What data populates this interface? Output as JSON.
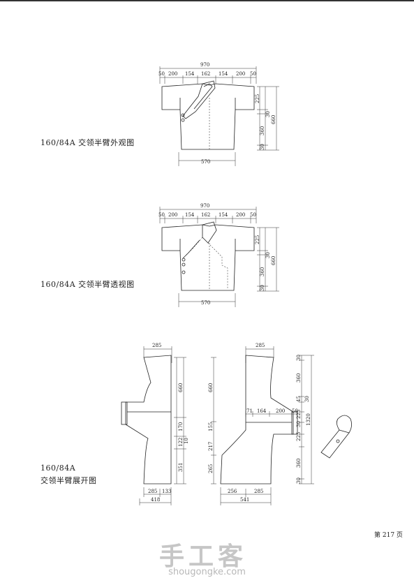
{
  "captions": {
    "exterior": "160/84A 交领半臂外观图",
    "transparent": "160/84A 交领半臂透视图",
    "pattern_line1": "160/84A",
    "pattern_line2": "交领半臂展开图"
  },
  "page_number": "第 217 页",
  "watermark": {
    "text": "手工客",
    "url": "shougongke.com"
  },
  "dims": {
    "top_total": "970",
    "top_parts": [
      "50",
      "200",
      "154",
      "162",
      "154",
      "200",
      "50"
    ],
    "bottom": "570",
    "right_225": "225",
    "right_30": "30",
    "right_360": "360",
    "right_660": "660",
    "right_small": "30",
    "left_top_285": "285",
    "left_660": "660",
    "left_170": "170",
    "left_122": "122",
    "left_10": "10",
    "left_351": "351",
    "left_bottom_285": "285",
    "left_bottom_133": "133",
    "left_bottom_418": "418",
    "right_top_285": "285",
    "rp_660": "660",
    "rp_155": "155",
    "rp_217": "217",
    "rp_265": "265",
    "rp_71": "71",
    "rp_164": "164",
    "rp_200": "200",
    "rp_50": "50",
    "rp_1320": "1320",
    "rp_30a": "30",
    "rp_360a": "360",
    "rp_45": "45",
    "rp_30b": "30",
    "rp_225a": "225",
    "rp_30c": "30",
    "rp_225b": "225",
    "rp_360b": "360",
    "rp_30d": "30",
    "rp_bottom_256": "256",
    "rp_bottom_285": "285",
    "rp_bottom_541": "541"
  }
}
